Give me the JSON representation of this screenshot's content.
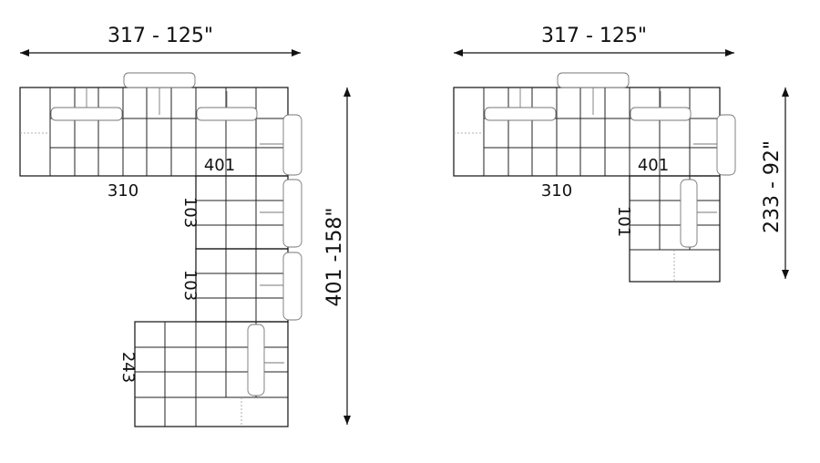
{
  "left_plan": {
    "width_dim": "317 - 125\"",
    "height_dim": "401 -158\"",
    "labels": {
      "top_run": "310",
      "corner": "401",
      "mid_1": "103",
      "mid_2": "103",
      "bottom": "243"
    }
  },
  "right_plan": {
    "width_dim": "317 - 125\"",
    "height_dim": "233 - 92\"",
    "labels": {
      "top_run": "310",
      "corner": "401",
      "side": "101"
    }
  }
}
